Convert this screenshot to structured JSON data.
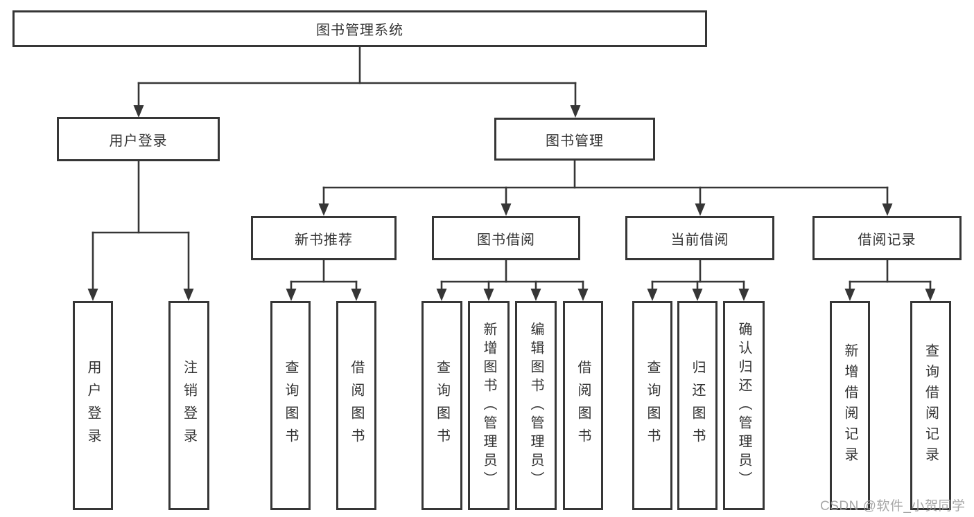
{
  "colors": {
    "line": "#363636",
    "box_border": "#363636",
    "text": "#333333",
    "background": "#ffffff",
    "watermark": "#9e9e9e"
  },
  "watermark": "CSDN @软件_小贺同学",
  "tree": {
    "root": {
      "label": "图书管理系统"
    },
    "branches": [
      {
        "label": "用户登录",
        "leaves": [
          {
            "label": "用户登录"
          },
          {
            "label": "注销登录"
          }
        ]
      },
      {
        "label": "图书管理",
        "groups": [
          {
            "label": "新书推荐",
            "leaves": [
              {
                "label": "查询图书"
              },
              {
                "label": "借阅图书"
              }
            ]
          },
          {
            "label": "图书借阅",
            "leaves": [
              {
                "label": "查询图书"
              },
              {
                "label": "新增图书（管理员）"
              },
              {
                "label": "编辑图书（管理员）"
              },
              {
                "label": "借阅图书"
              }
            ]
          },
          {
            "label": "当前借阅",
            "leaves": [
              {
                "label": "查询图书"
              },
              {
                "label": "归还图书"
              },
              {
                "label": "确认归还（管理员）"
              }
            ]
          },
          {
            "label": "借阅记录",
            "leaves": [
              {
                "label": "新增借阅记录"
              },
              {
                "label": "查询借阅记录"
              }
            ]
          }
        ]
      }
    ]
  }
}
